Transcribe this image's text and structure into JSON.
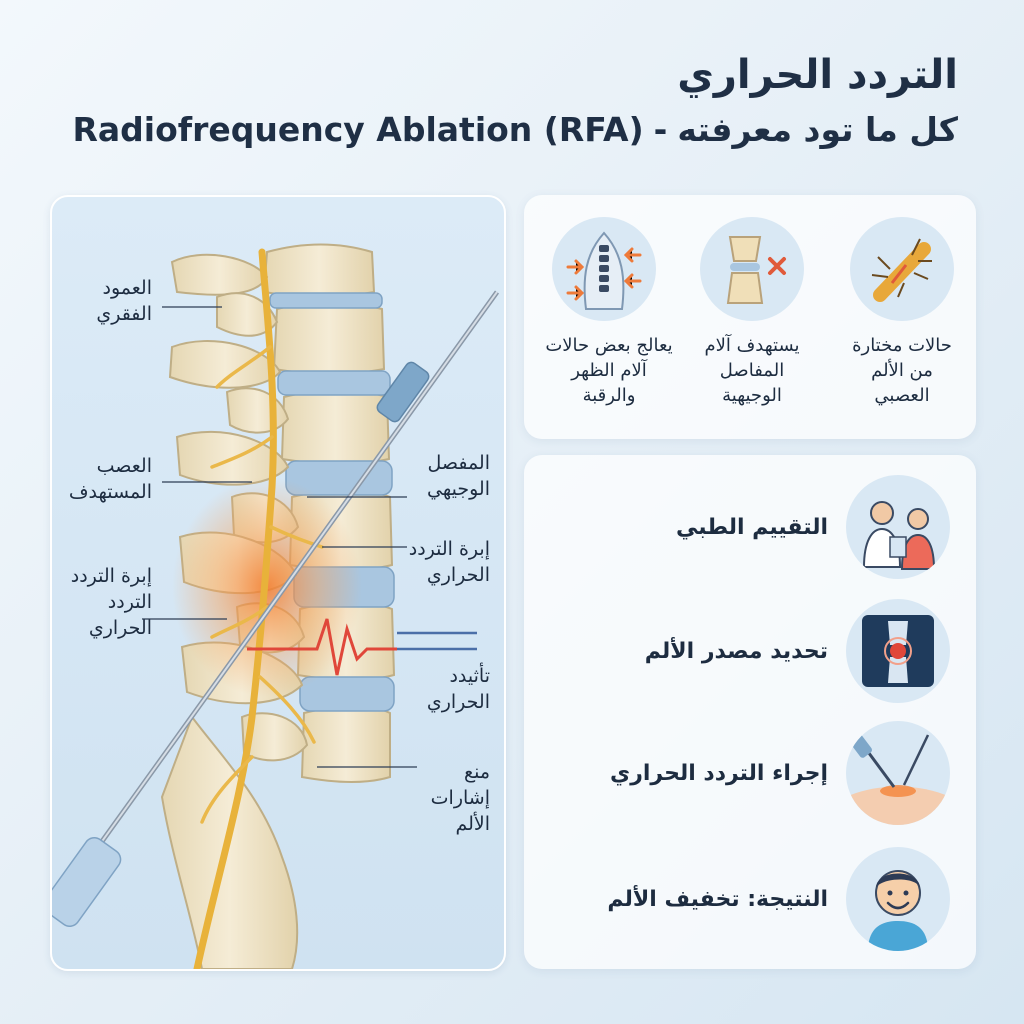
{
  "header": {
    "title": "التردد الحراري",
    "subtitle_en": "Radiofrequency Ablation (RFA)",
    "subtitle_sep": "-",
    "subtitle_ar": "كل ما تود معرفته"
  },
  "diagram": {
    "labels": {
      "spine": [
        "العمود",
        "الفقري"
      ],
      "target_nerve": [
        "العصب",
        "المستهدف"
      ],
      "needle_left": [
        "إبرة التردد",
        "التردد",
        "الحراري"
      ],
      "facet_joint": [
        "المفصل",
        "الوجيهي"
      ],
      "needle_right": [
        "إبرة التردد",
        "الحراري"
      ],
      "thermal_effect": [
        "تأثيدد",
        "الحراري"
      ],
      "block_signals": [
        "منع",
        "إشارات",
        "الألم"
      ]
    }
  },
  "features": [
    {
      "lines": [
        "حالات مختارة",
        "من الألم",
        "العصبي"
      ],
      "icon": "nerve-cell-icon"
    },
    {
      "lines": [
        "يستهدف آلام",
        "المفاصل",
        "الوجيهية"
      ],
      "icon": "facet-joint-icon"
    },
    {
      "lines": [
        "يعالج بعض حالات",
        "آلام الظهر",
        "والرقبة"
      ],
      "icon": "back-spine-icon"
    }
  ],
  "steps": [
    {
      "label": "التقييم الطبي",
      "icon": "doctor-patient-icon"
    },
    {
      "label": "تحديد مصدر الألم",
      "icon": "xray-knee-icon"
    },
    {
      "label": "إجراء التردد الحراري",
      "icon": "needle-procedure-icon"
    },
    {
      "label": "النتيجة: تخفيف الألم",
      "icon": "smiling-face-icon"
    }
  ],
  "colors": {
    "title": "#1f2f45",
    "bone": "#efe4c8",
    "disc": "#a9c6e0",
    "nerve": "#e8b23a",
    "heat": "#f28a3c",
    "signal": "#e0473a",
    "panel": "#d4e6f4"
  }
}
